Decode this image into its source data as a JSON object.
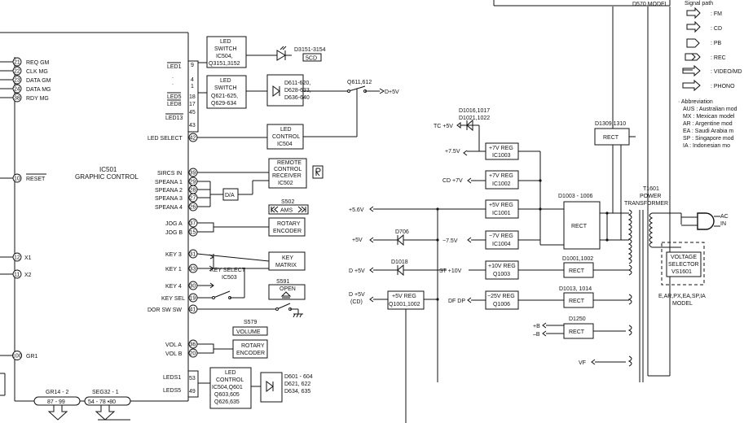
{
  "header": {
    "model": "D570 MODEL"
  },
  "legend": {
    "signal_path": "Signal path",
    "items": [
      {
        "icon": "arrow-plain-icon",
        "label": ": FM"
      },
      {
        "icon": "arrow-hatched-icon",
        "label": ": CD"
      },
      {
        "icon": "arrow-outline-icon",
        "label": ": PB"
      },
      {
        "icon": "arrow-double-icon",
        "label": ": REC"
      },
      {
        "icon": "arrow-double-plain-icon",
        "label": ": VIDEO/MD"
      },
      {
        "icon": "arrow-double-hatched-icon",
        "label": ": PHONO"
      }
    ],
    "abbrev_title": "· Abbreviation",
    "abbreviations": [
      "AUS : Australian mod",
      "MX  : Mexican model",
      "AR  : Argentine mod",
      "EA  : Saudi Arabia m",
      "SP  : Singapore mod",
      "IA  : Indonesian mo"
    ]
  },
  "ic501": {
    "name": "IC501",
    "desc": "GRAPHIC CONTROL",
    "left_pins": [
      {
        "num": "21",
        "label": "REQ GM"
      },
      {
        "num": "22",
        "label": "CLK MG"
      },
      {
        "num": "23",
        "label": "DATA GM"
      },
      {
        "num": "24",
        "label": "DATA MG"
      },
      {
        "num": "38",
        "label": "RDY MG"
      },
      {
        "num": "10",
        "label": "RESET"
      },
      {
        "num": "12",
        "label": "X1"
      },
      {
        "num": "11",
        "label": "X2"
      },
      {
        "num": "100",
        "label": "GR1"
      }
    ],
    "right_pins": [
      {
        "num": "9",
        "label": "LED1"
      },
      {
        "num": "4",
        "label": ""
      },
      {
        "num": "1",
        "label": ""
      },
      {
        "num": "18",
        "label": "LED5"
      },
      {
        "num": "17",
        "label": "LED8"
      },
      {
        "num": "45",
        "label": ""
      },
      {
        "num": "43",
        "label": "LED13"
      },
      {
        "num": "42",
        "label": "LED SELECT"
      },
      {
        "num": "39",
        "label": "SIRCS IN"
      },
      {
        "num": "29",
        "label": "SPEANA 1"
      },
      {
        "num": "28",
        "label": "SPEANA 2"
      },
      {
        "num": "27",
        "label": "SPEANA 3"
      },
      {
        "num": "26",
        "label": "SPEANA 4"
      },
      {
        "num": "37",
        "label": "JOG A"
      },
      {
        "num": "15",
        "label": "JOG B"
      },
      {
        "num": "31",
        "label": "KEY 3"
      },
      {
        "num": "33",
        "label": "KEY 1"
      },
      {
        "num": "30",
        "label": "KEY 4"
      },
      {
        "num": "19",
        "label": "KEY SEL"
      },
      {
        "num": "41",
        "label": "DOR SW SW"
      },
      {
        "num": "36",
        "label": "VOL A"
      },
      {
        "num": "20",
        "label": "VOL B"
      },
      {
        "num": "53",
        "label": "LEDS1"
      },
      {
        "num": "49",
        "label": "LEDS5"
      }
    ],
    "bus": [
      {
        "name": "GR14 - 2",
        "range": "87 - 99"
      },
      {
        "name": "SEG32 - 1",
        "range": "54 - 78 •80"
      }
    ]
  },
  "blocks": {
    "led_switch_1": [
      "LED",
      "SWITCH",
      "IC504,",
      "Q3151,3152"
    ],
    "led_switch_2": [
      "LED",
      "SWITCH",
      "Q621-625,",
      "Q629-634"
    ],
    "led_control_1": [
      "LED",
      "CONTROL",
      "IC504"
    ],
    "remote": [
      "REMOTE",
      "CONTROL",
      "RECEIVER",
      "IC502"
    ],
    "da": "D/A",
    "rotary_1": [
      "ROTARY",
      "ENCODER"
    ],
    "key_matrix": [
      "KEY",
      "MATRIX"
    ],
    "key_select": [
      "KEY SELECT",
      "IC503"
    ],
    "open_sw": "OPEN",
    "volume_sw": "VOLUME",
    "rotary_2": [
      "ROTARY",
      "ENCODER"
    ],
    "led_control_2": [
      "LED",
      "CONTROL",
      "IC504,Q601",
      "Q603,605",
      "Q626,635"
    ],
    "d3151": "D3151-3154",
    "d3151_box": "5CD",
    "d611": [
      "D611-620,",
      "D628-633,",
      "D636-640"
    ],
    "q611": "Q611,612",
    "d5v": "D+5V",
    "s502": "S502",
    "s502_label": "AMS",
    "s591": "S591",
    "s579": "S579",
    "d601": [
      "D601 - 604",
      "D621, 622",
      "D634, 635"
    ]
  },
  "power": {
    "tc5v": "TC +5V",
    "d1016": [
      "D1016,1017",
      "D1021,1022"
    ],
    "p75v": "+7.5V",
    "reg_1003": [
      "+7V REG",
      "IC1003"
    ],
    "cd7v": "CD +7V",
    "reg_1002": [
      "+7V REG",
      "IC1002"
    ],
    "p56v": "+5.6V",
    "reg_1001": [
      "+5V REG",
      "IC1001"
    ],
    "p5v": "+5V",
    "d706": "D706",
    "m75v": "−7.5V",
    "reg_1004": [
      "−7V REG",
      "IC1004"
    ],
    "d5v": "D +5V",
    "d1018": "D1018",
    "st10v": "ST +10V",
    "reg_q1003": [
      "+10V REG",
      "Q1003"
    ],
    "d5vcd": [
      "D +5V",
      "(CD)"
    ],
    "reg_q1001": [
      "+5V REG",
      "Q1001,1002"
    ],
    "dfdp": "DF DP",
    "reg_q1006": [
      "−25V REG",
      "Q1006"
    ],
    "rect_1003": "D1003 - 1006",
    "rect_1309": "D1309,1310",
    "rect_1001": "D1001,1002",
    "rect_1013": "D1013, 1014",
    "rect_1250": "D1250",
    "rect_label": "RECT",
    "pb": "+B",
    "mb": "–B",
    "vf": "VF",
    "transformer": [
      "T1601",
      "POWER",
      "TRANSFORMER"
    ],
    "ac": [
      "AC",
      "IN"
    ],
    "selector": [
      "VOLTAGE",
      "SELECTOR",
      "VS1601"
    ],
    "model_note": [
      "E,AR,PX,EA,SP,IA",
      "MODEL"
    ]
  }
}
